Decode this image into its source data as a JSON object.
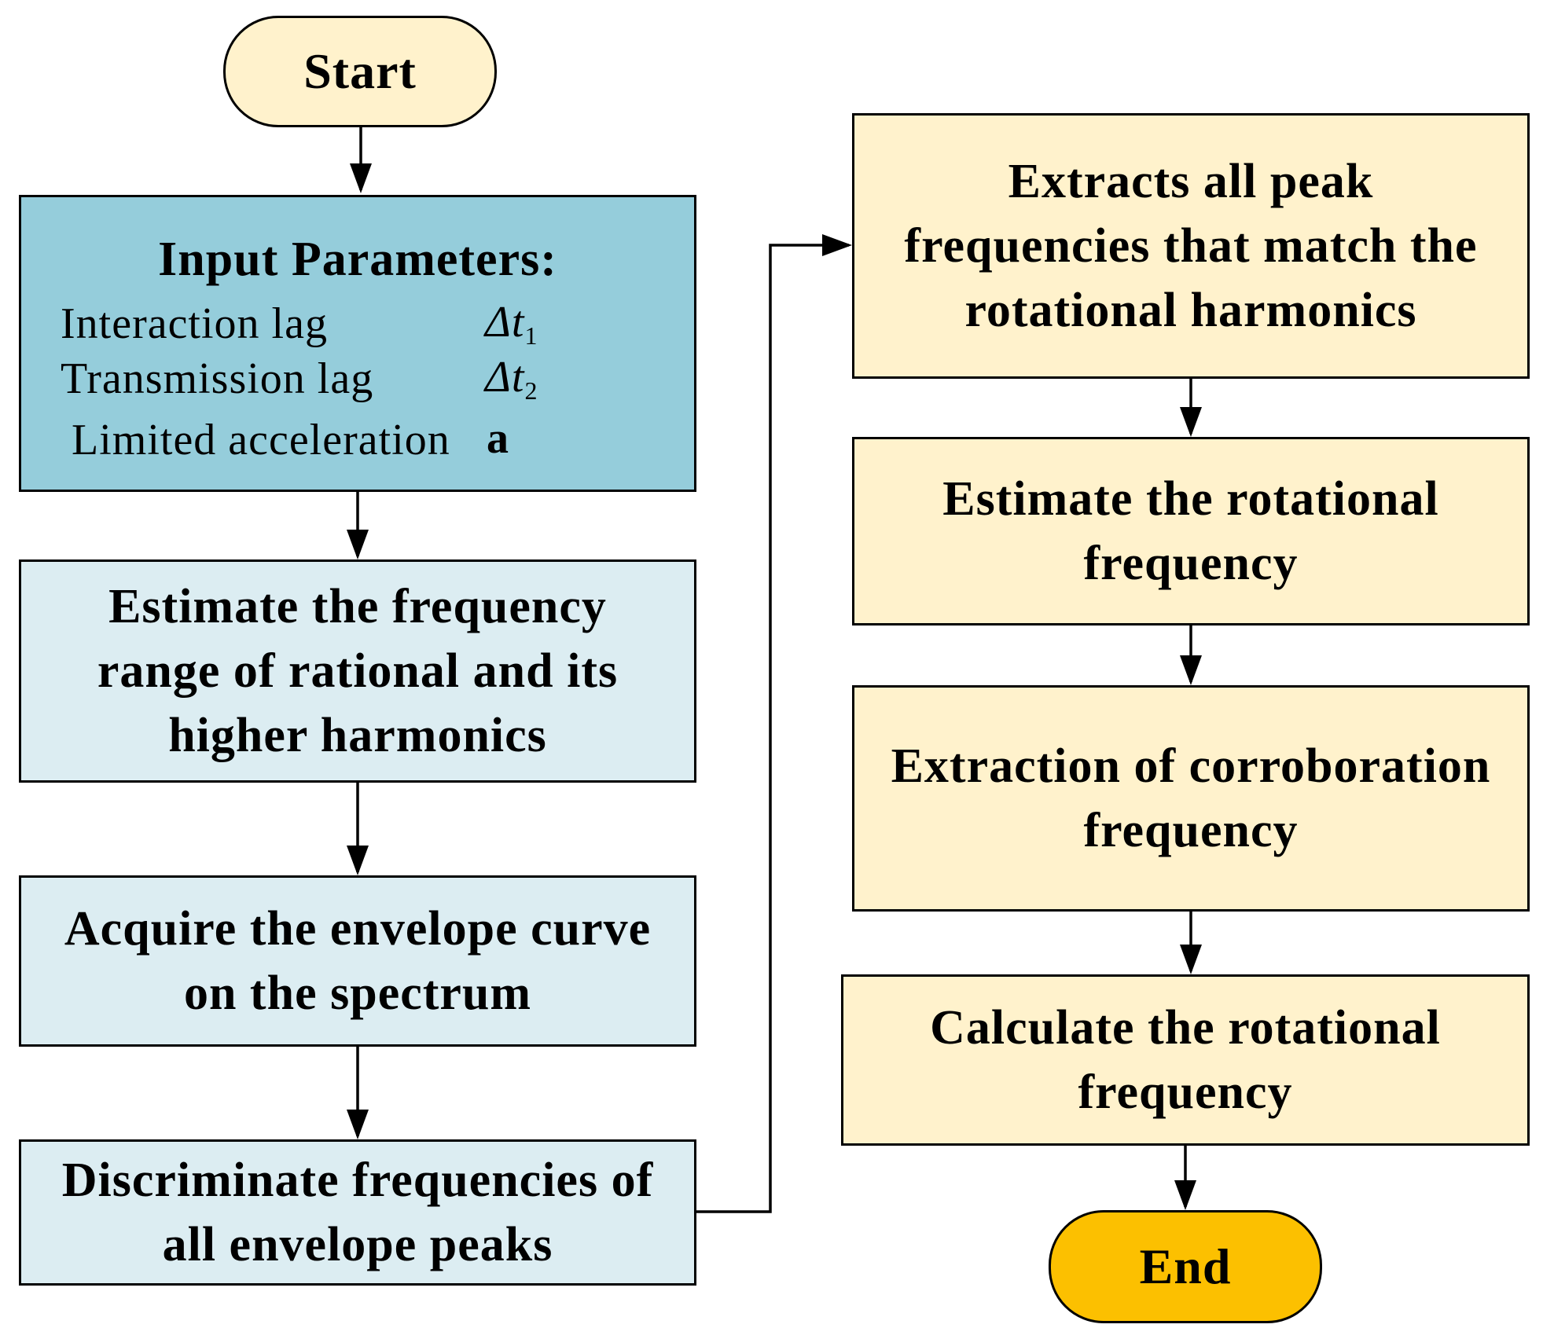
{
  "flow": {
    "start": "Start",
    "input": {
      "title": "Input Parameters:",
      "rows": [
        {
          "label": "Interaction lag",
          "symbol": "Δt",
          "sub": "1"
        },
        {
          "label": "Transmission  lag",
          "symbol": "Δt",
          "sub": "2"
        },
        {
          "label": "Limited acceleration",
          "symbol": "a",
          "sub": ""
        }
      ]
    },
    "step1": [
      "Estimate the frequency",
      "range of rational and its",
      "higher harmonics"
    ],
    "step2": [
      "Acquire the envelope curve",
      "on the spectrum"
    ],
    "step3": [
      "Discriminate frequencies of",
      "all envelope peaks"
    ],
    "step4": [
      "Extracts all peak",
      "frequencies that match the",
      "rotational harmonics"
    ],
    "step5": [
      "Estimate the rotational",
      "frequency"
    ],
    "step6": [
      "Extraction of corroboration",
      "frequency"
    ],
    "step7": [
      "Calculate the rotational",
      "frequency"
    ],
    "end": "End"
  },
  "colors": {
    "input_fill": "#95cddb",
    "left_fill": "#dcedf2",
    "right_fill": "#fff2cc",
    "start_fill": "#fff2cc",
    "end_fill": "#fcc000"
  }
}
